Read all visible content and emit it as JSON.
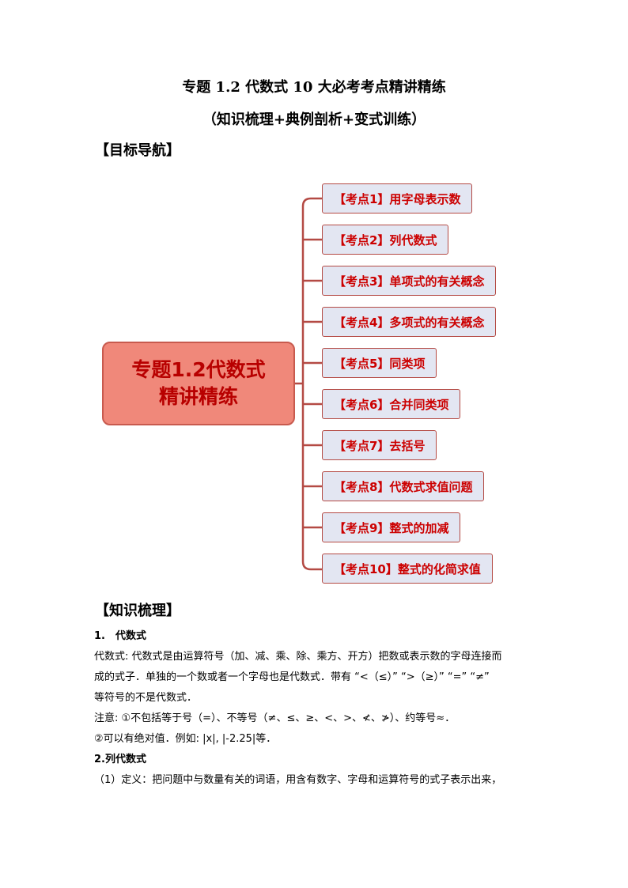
{
  "header": {
    "title": "专题 1.2 代数式 10 大必考考点精讲精练",
    "subtitle": "（知识梳理+典例剖析+变式训练）"
  },
  "nav_heading": "【目标导航】",
  "mindmap": {
    "center_line1": "专题1.2代数式",
    "center_line2": "精讲精练",
    "nodes": [
      "【考点1】用字母表示数",
      "【考点2】列代数式",
      "【考点3】单项式的有关概念",
      "【考点4】多项式的有关概念",
      "【考点5】同类项",
      "【考点6】合并同类项",
      "【考点7】去括号",
      "【考点8】代数式求值问题",
      "【考点9】整式的加减",
      "【考点10】整式的化简求值"
    ],
    "colors": {
      "center_fill": "#f0887a",
      "node_fill": "#e3e6f2",
      "node_text": "#cc0000",
      "line": "#b44a44"
    }
  },
  "knowledge_heading": "【知识梳理】",
  "knowledge": {
    "s1_heading": "1.　代数式",
    "s1_p1a": "代数式: 代数式是由运算符号（加、减、乘、除、乘方、开方）把数或表示数的字母连接而",
    "s1_p1b": "成的式子．单独的一个数或者一个字母也是代数式．带有 “<（≤）” “>（≥）” “=” “≠”",
    "s1_p1c": "等符号的不是代数式．",
    "s1_note1": "注意: ①不包括等于号（=）、不等号（≠、≤、≥、<、>、≮、≯）、约等号≈．",
    "s1_note2": "②可以有绝对值．例如: |x|, |-2.25|等．",
    "s2_heading": "2.列代数式",
    "s2_p1": "（1）定义：把问题中与数量有关的词语，用含有数字、字母和运算符号的式子表示出来，"
  }
}
